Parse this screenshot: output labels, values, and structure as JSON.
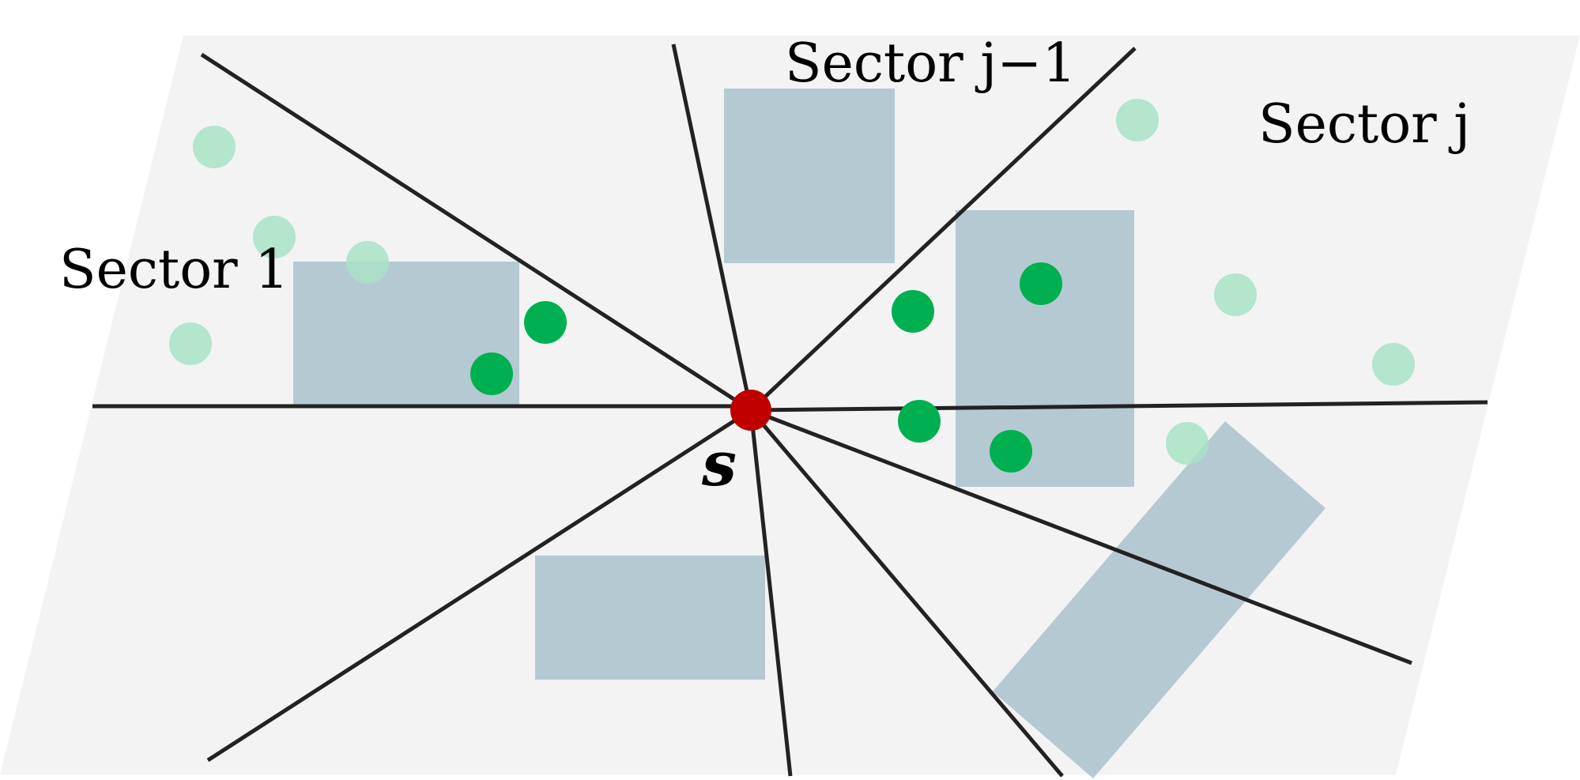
{
  "labels": {
    "sector_1": "Sector 1",
    "sector_j_minus_1": "Sector j−1",
    "sector_j": "Sector j",
    "source": "s"
  },
  "colors": {
    "plane": "#f3f3f3",
    "obstacle": "#a9c1cd",
    "sector_line": "#222222",
    "near_point": "#00b050",
    "far_point": "#a8e2c6",
    "source_point": "#c00000"
  }
}
